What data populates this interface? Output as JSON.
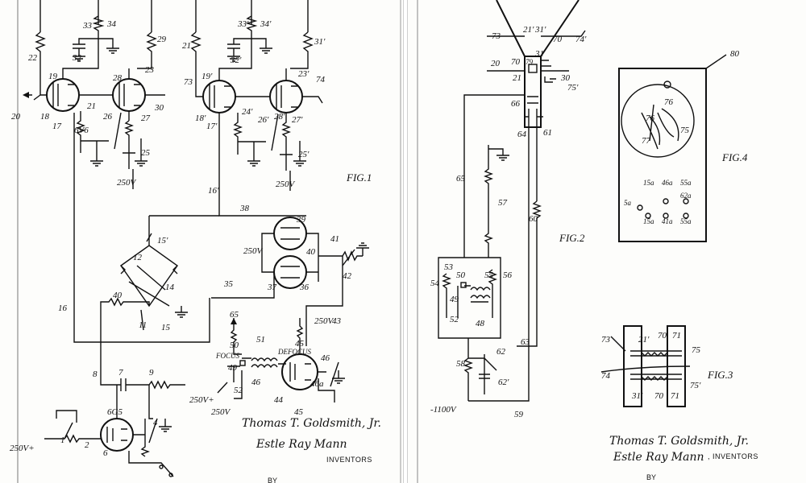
{
  "left_sheet": {
    "fig_label": "FIG.1",
    "tube_types": {
      "t1": "6V6",
      "t2": "6G5"
    },
    "voltages": {
      "v_a": "250V",
      "v_b": "250V",
      "v_c": "250V",
      "v_d": "250V+",
      "v_e": "250V+",
      "v_f": "250V",
      "v_g": "250V"
    },
    "focus_label": "FOCUS",
    "defocus_label": "DEFOCUS",
    "refs": {
      "r1": "1",
      "r2": "2",
      "r4": "4",
      "r6": "6",
      "r7": "7",
      "r8": "8",
      "r9": "9",
      "r11": "11",
      "r12": "12",
      "r14": "14",
      "r15": "15",
      "r15p": "15'",
      "r16": "16",
      "r16p": "16'",
      "r17": "17",
      "r17p": "17'",
      "r18": "18",
      "r18p": "18'",
      "r19": "19",
      "r19p": "19'",
      "r20": "20",
      "r21": "21",
      "r22": "22",
      "r23": "23",
      "r23p": "23'",
      "r24": "24",
      "r24p": "24'",
      "r25": "25",
      "r25p": "25'",
      "r26": "26",
      "r26p": "26'",
      "r27": "27",
      "r27p": "27'",
      "r28": "28",
      "r28p": "28'",
      "r29": "29",
      "r30": "30",
      "r31p": "31'",
      "r32": "32",
      "r32p": "32'",
      "r33": "33",
      "r33p": "33'",
      "r34": "34",
      "r34p": "34'",
      "r35": "35",
      "r36": "36",
      "r37": "37",
      "r38": "38",
      "r39": "39",
      "r40": "40",
      "r41": "41",
      "r42": "42",
      "r43": "43",
      "r44": "44",
      "r45": "45",
      "r46": "46",
      "r46a": "46a",
      "r49": "49",
      "r50": "50",
      "r51": "51",
      "r52": "52",
      "r65": "65",
      "r73": "73",
      "r74": "74"
    },
    "signatures": {
      "line1": "Thomas T. Goldsmith, Jr.",
      "line2": "Estle Ray Mann"
    },
    "inventors": "INVENTORS",
    "by": "BY"
  },
  "right_sheet": {
    "fig2_label": "FIG.2",
    "fig3_label": "FIG.3",
    "fig4_label": "FIG.4",
    "voltage": "-1100V",
    "refs": {
      "r5a": "5a",
      "r15a": "15a",
      "r15a2": "15a",
      "r20": "20",
      "r21": "21",
      "r21p": "21'",
      "r21pb": "21'",
      "r30": "30",
      "r31": "31",
      "r31p": "31'",
      "r31pb": "31'",
      "r41a": "41a",
      "r46a": "46a",
      "r48": "48",
      "r49": "49",
      "r50": "50",
      "r52": "52",
      "r53": "53",
      "r54": "54",
      "r55": "55",
      "r56": "56",
      "r55a": "55a",
      "r55a2": "55a",
      "r57": "57",
      "r58": "58",
      "r59": "59",
      "r60": "60",
      "r61": "61",
      "r62": "62",
      "r62a": "62a",
      "r62p": "62'",
      "r63": "63",
      "r64": "64",
      "r65": "65",
      "r66": "66",
      "r70": "70",
      "r70b": "70",
      "r70c": "70",
      "r71": "71",
      "r71b": "71",
      "r73": "73",
      "r73b": "73",
      "r74": "74",
      "r74p": "74'",
      "r75": "75",
      "r75p": "75'",
      "r75b": "75",
      "r76": "76",
      "r76b": "76",
      "r77": "77",
      "r79": "79",
      "r80": "80"
    },
    "signatures": {
      "line1": "Thomas T. Goldsmith, Jr.",
      "line2": "Estle Ray Mann"
    },
    "inventors": ", INVENTORS",
    "by": "BY"
  }
}
